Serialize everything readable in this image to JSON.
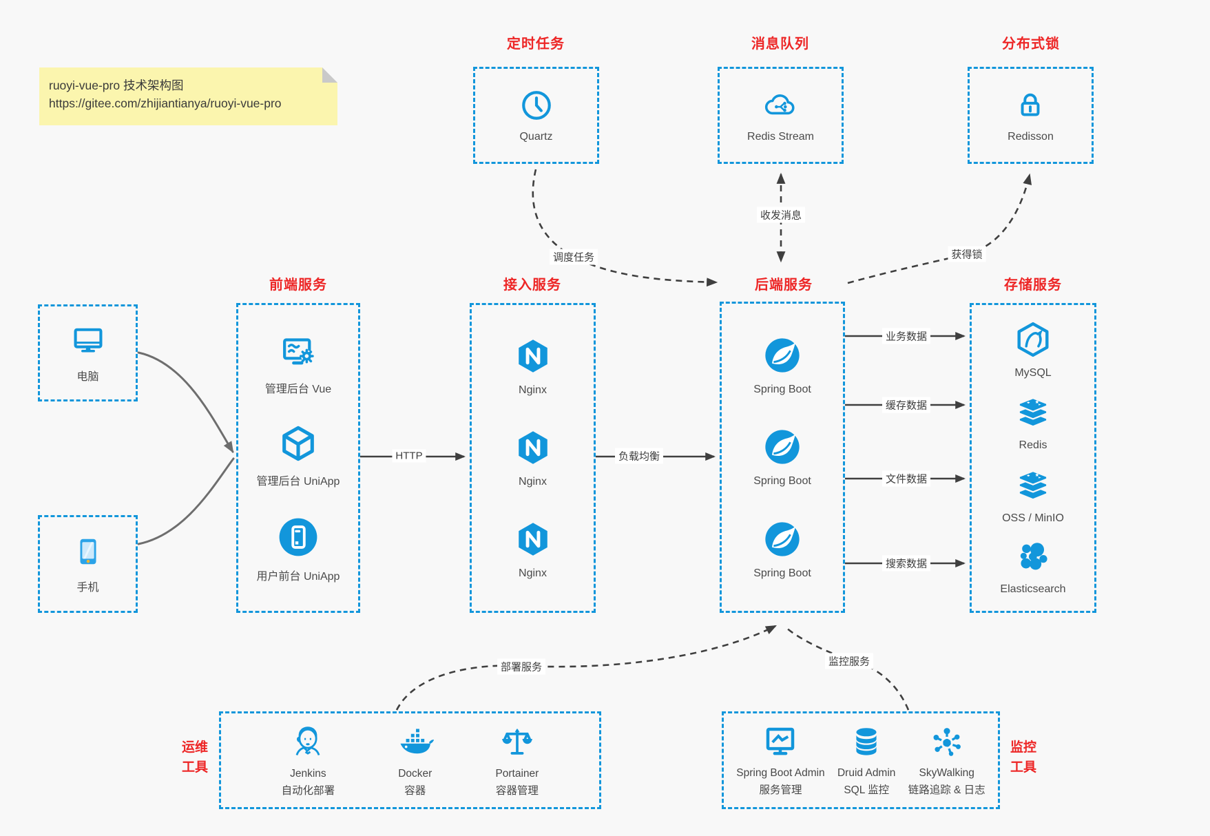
{
  "note": {
    "line1": "ruoyi-vue-pro 技术架构图",
    "line2": "https://gitee.com/zhijiantianya/ruoyi-vue-pro"
  },
  "colors": {
    "accent_blue": "#1296db",
    "accent_red": "#ed2626",
    "arrow_dark": "#3f3f3f",
    "arrow_gray": "#6e6e6e",
    "note_bg": "#fbf5ae",
    "background": "#f8f8f8"
  },
  "top_sections": [
    {
      "title": "定时任务",
      "item": {
        "label": "Quartz",
        "icon": "clock-icon"
      }
    },
    {
      "title": "消息队列",
      "item": {
        "label": "Redis Stream",
        "icon": "cloud-network-icon"
      }
    },
    {
      "title": "分布式锁",
      "item": {
        "label": "Redisson",
        "icon": "lock-icon"
      }
    }
  ],
  "clients": [
    {
      "label": "电脑",
      "icon": "desktop-icon"
    },
    {
      "label": "手机",
      "icon": "smartphone-icon"
    }
  ],
  "columns": {
    "frontend": {
      "title": "前端服务",
      "items": [
        {
          "label": "管理后台 Vue",
          "icon": "admin-vue-icon"
        },
        {
          "label": "管理后台 UniApp",
          "icon": "uniapp-cube-icon"
        },
        {
          "label": "用户前台 UniApp",
          "icon": "mobile-app-icon"
        }
      ]
    },
    "access": {
      "title": "接入服务",
      "items": [
        {
          "label": "Nginx",
          "icon": "nginx-icon"
        },
        {
          "label": "Nginx",
          "icon": "nginx-icon"
        },
        {
          "label": "Nginx",
          "icon": "nginx-icon"
        }
      ]
    },
    "backend": {
      "title": "后端服务",
      "items": [
        {
          "label": "Spring Boot",
          "icon": "spring-boot-icon"
        },
        {
          "label": "Spring Boot",
          "icon": "spring-boot-icon"
        },
        {
          "label": "Spring Boot",
          "icon": "spring-boot-icon"
        }
      ]
    },
    "storage": {
      "title": "存储服务",
      "items": [
        {
          "label": "MySQL",
          "icon": "mysql-icon"
        },
        {
          "label": "Redis",
          "icon": "redis-stack-icon"
        },
        {
          "label": "OSS / MinIO",
          "icon": "object-storage-icon"
        },
        {
          "label": "Elasticsearch",
          "icon": "elasticsearch-icon"
        }
      ]
    }
  },
  "ops_tools": {
    "title_line1": "运维",
    "title_line2": "工具",
    "items": [
      {
        "name": "Jenkins",
        "desc": "自动化部署",
        "icon": "jenkins-icon"
      },
      {
        "name": "Docker",
        "desc": "容器",
        "icon": "docker-icon"
      },
      {
        "name": "Portainer",
        "desc": "容器管理",
        "icon": "portainer-icon"
      }
    ]
  },
  "monitor_tools": {
    "title_line1": "监控",
    "title_line2": "工具",
    "items": [
      {
        "name": "Spring Boot Admin",
        "desc": "服务管理",
        "icon": "spring-boot-admin-icon"
      },
      {
        "name": "Druid Admin",
        "desc": "SQL 监控",
        "icon": "druid-icon"
      },
      {
        "name": "SkyWalking",
        "desc": "链路追踪 & 日志",
        "icon": "skywalking-icon"
      }
    ]
  },
  "edges": {
    "http": "HTTP",
    "load_balance": "负载均衡",
    "business_data": "业务数据",
    "cache_data": "缓存数据",
    "file_data": "文件数据",
    "search_data": "搜索数据",
    "schedule_task": "调度任务",
    "message": "收发消息",
    "lock": "获得锁",
    "deploy": "部署服务",
    "monitor": "监控服务"
  }
}
